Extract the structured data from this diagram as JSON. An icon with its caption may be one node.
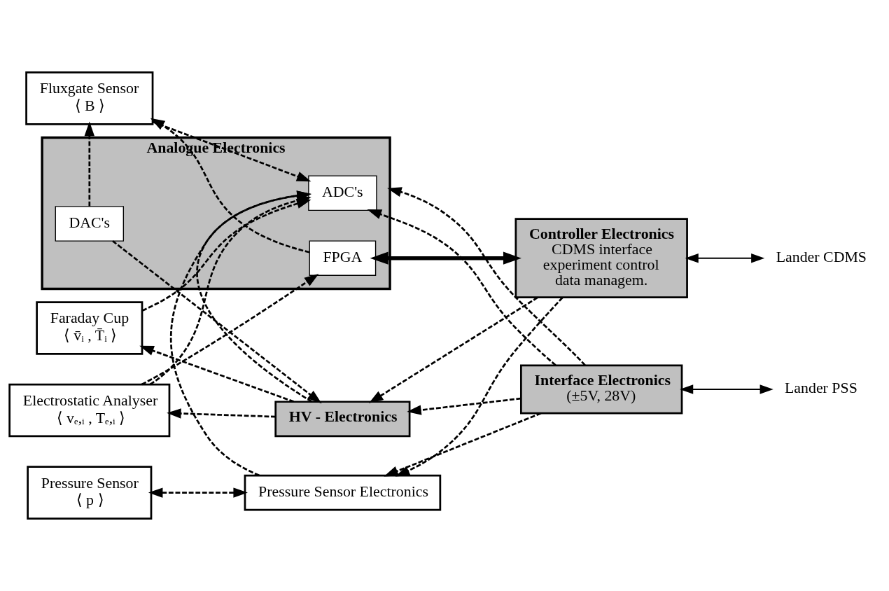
{
  "diagram": {
    "nodes": [
      {
        "text": [
          "Fluxgate Sensor",
          "⟨ B ⟩"
        ]
      },
      {
        "text": [
          "Analogue Electronics"
        ]
      },
      {
        "text": [
          "ADC's"
        ],
        "in": 1
      },
      {
        "text": [
          "FPGA"
        ],
        "in": 1
      },
      {
        "text": [
          "DAC's"
        ],
        "in": 1
      },
      {
        "text": [
          "Interface Electronics",
          "(±5V, 28V)"
        ]
      },
      {
        "text": [
          "Lander PSS"
        ]
      },
      {
        "text": [
          "Electrostatic Analyser",
          "⟨ vₑ,ᵢ , Tₑ,ᵢ ⟩"
        ]
      },
      {
        "text": [
          "Controller Electronics",
          "CDMS interface",
          "experiment control",
          "data managem."
        ]
      },
      {
        "text": [
          "Lander CDMS"
        ]
      },
      {
        "text": [
          "Faraday Cup",
          "⟨ v̄ᵢ , T̄ᵢ ⟩"
        ]
      },
      {
        "text": [
          "HV - Electronics"
        ]
      },
      {
        "text": [
          "Pressure Sensor",
          "⟨ p ⟩"
        ]
      },
      {
        "text": [
          "Pressure Sensor Electronics"
        ]
      }
    ],
    "edges": [
      {
        "from": 0,
        "to": 2,
        "arrow": "to",
        "style": "dashed"
      },
      {
        "from": 3,
        "to": 0,
        "arrow": "to",
        "style": "dashed"
      },
      {
        "from": 4,
        "to": 0,
        "arrow": "to",
        "style": "dashed"
      },
      {
        "from": 7,
        "to": 2,
        "arrow": "to",
        "style": "dashed"
      },
      {
        "from": 7,
        "to": 3,
        "arrow": "to",
        "style": "dashed"
      },
      {
        "from": 10,
        "to": 2,
        "arrow": "to",
        "style": "dashed"
      },
      {
        "from": 13,
        "to": 2,
        "arrow": "to",
        "style": "dashed"
      },
      {
        "from": 11,
        "to": 7,
        "arrow": "to",
        "style": "dashed"
      },
      {
        "from": 11,
        "to": 10,
        "arrow": "to",
        "style": "dashed"
      },
      {
        "from": 4,
        "to": 11,
        "arrow": "to",
        "style": "dashed"
      },
      {
        "from": 12,
        "to": 13,
        "arrow": "both",
        "style": "dashed"
      },
      {
        "from": 5,
        "to": 2,
        "arrow": "to",
        "style": "dashed"
      },
      {
        "from": 11,
        "to": 2,
        "arrow": "to",
        "style": "dashed"
      },
      {
        "from": 5,
        "to": 1,
        "arrow": "to",
        "style": "dashed"
      },
      {
        "from": 5,
        "to": 11,
        "arrow": "to",
        "style": "dashed"
      },
      {
        "from": 5,
        "to": 13,
        "arrow": "to",
        "style": "dashed"
      },
      {
        "from": 3,
        "to": 8,
        "arrow": "both",
        "style": "thick"
      },
      {
        "from": 8,
        "to": 11,
        "arrow": "to",
        "style": "dashed"
      },
      {
        "from": 8,
        "to": 13,
        "arrow": "to",
        "style": "dashed"
      },
      {
        "from": 5,
        "to": 6,
        "arrow": "both"
      },
      {
        "from": 8,
        "to": 9,
        "arrow": "both"
      }
    ]
  }
}
